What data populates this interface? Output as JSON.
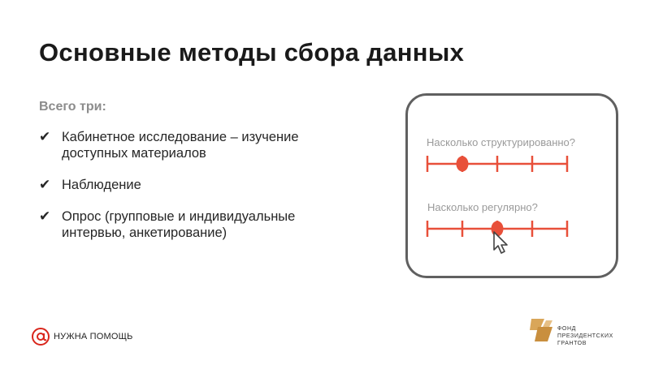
{
  "slide": {
    "title": "Основные методы сбора данных",
    "subtitle": "Всего три:",
    "bullets": [
      {
        "line1": "Кабинетное исследование – изучение",
        "line2": "доступных материалов"
      },
      {
        "line1": "Наблюдение",
        "line2": ""
      },
      {
        "line1": "Опрос (групповые и индивидуальные",
        "line2": "интервью, анкетирование)"
      }
    ],
    "bullet_icon": "check-mark-icon"
  },
  "panel": {
    "scales": [
      {
        "label": "Насколько структурированно?",
        "value": 0.25,
        "ticks": 5
      },
      {
        "label": "Насколько регулярно?",
        "value": 0.5,
        "ticks": 5,
        "cursor": true
      }
    ],
    "accent": "#e8503a",
    "cursor_icon": "mouse-pointer-icon"
  },
  "footer": {
    "left_logo_text": "НУЖНА ПОМОЩЬ",
    "left_logo_icon": "at-sign-icon",
    "right_logo_lines": [
      "ФОНД",
      "ПРЕЗИДЕНТСКИХ",
      "ГРАНТОВ"
    ],
    "right_logo_icon": "fund-emblem-icon",
    "brand_red": "#d9261c",
    "brand_gold": "#d9a659"
  }
}
